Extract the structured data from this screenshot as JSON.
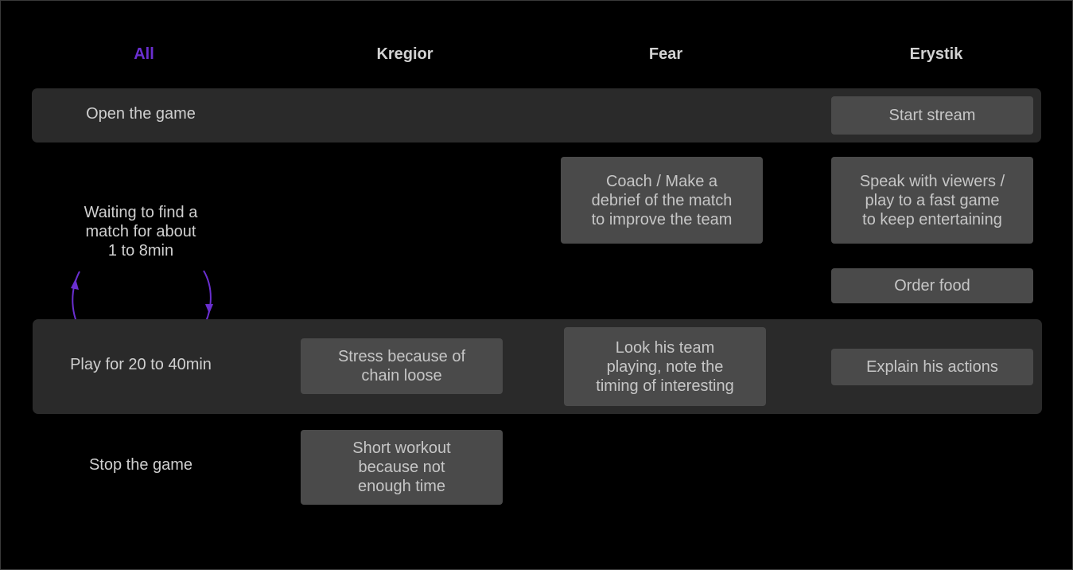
{
  "columns": [
    "All",
    "Kregior",
    "Fear",
    "Erystik"
  ],
  "colors": {
    "background": "#000000",
    "band": "#2a2a2a",
    "card": "#4a4a4a",
    "accent": "#6a2fd0",
    "text": "#cfcfcf"
  },
  "rows": {
    "open": {
      "label": "Open the game",
      "erystik": "Start stream"
    },
    "waiting": {
      "label": "Waiting to find a\nmatch for about\n1 to 8min",
      "fear": "Coach / Make a\ndebrief of the match\nto improve the team",
      "erystik": "Speak with viewers /\nplay to a fast game\nto keep entertaining",
      "erystik_2": "Order food"
    },
    "play": {
      "label": "Play for 20 to 40min",
      "kregior": "Stress because of\nchain loose",
      "fear": "Look his team\nplaying, note the\ntiming of interesting",
      "erystik": "Explain his actions"
    },
    "stop": {
      "label": "Stop the game",
      "kregior": "Short workout\nbecause not\nenough time"
    }
  },
  "loop_icon": "cycle-arrows-icon"
}
